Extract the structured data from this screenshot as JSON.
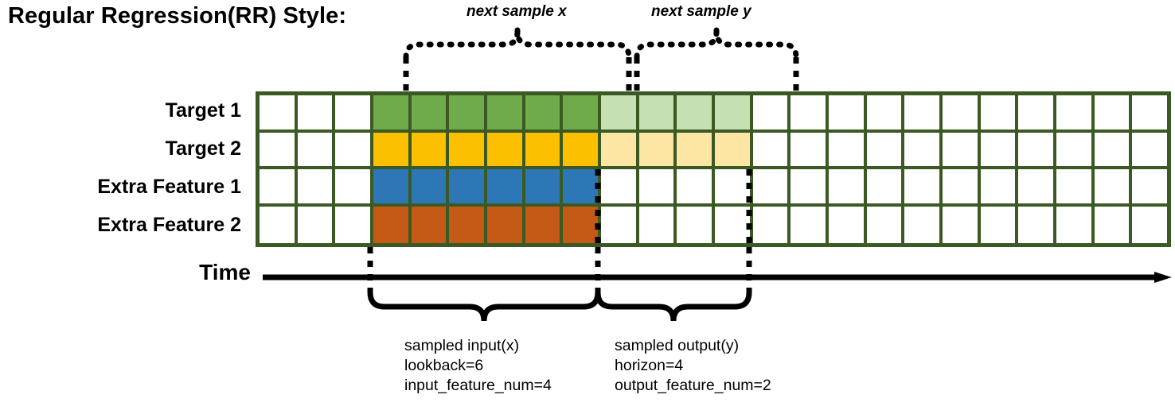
{
  "title": "Regular Regression(RR) Style:",
  "annotations": {
    "next_sample_x": "next sample x",
    "next_sample_y": "next sample y"
  },
  "rows": [
    {
      "label": "Target 1",
      "color": "#6fab4b",
      "faded_color": "#c6e0b4",
      "has_output": true
    },
    {
      "label": "Target 2",
      "color": "#fcc000",
      "faded_color": "#fde5a4",
      "has_output": true
    },
    {
      "label": "Extra Feature 1",
      "color": "#2e77b6",
      "faded_color": "#ffffff",
      "has_output": false
    },
    {
      "label": "Extra Feature 2",
      "color": "#c55a16",
      "faded_color": "#ffffff",
      "has_output": false
    }
  ],
  "grid": {
    "total_columns": 24,
    "leading_empty_columns": 3,
    "input_columns": 6,
    "output_columns": 4,
    "border_color": "#3b5a23",
    "empty_cell_color": "#ffffff"
  },
  "axis": {
    "time_label": "Time"
  },
  "captions": {
    "input": {
      "line1": "sampled input(x)",
      "line2": "lookback=6",
      "line3": "input_feature_num=4"
    },
    "output": {
      "line1": "sampled output(y)",
      "line2": "horizon=4",
      "line3": "output_feature_num=2"
    }
  },
  "chart_data": {
    "type": "diagram",
    "title": "Regular Regression(RR) Style:",
    "series": [
      {
        "name": "Target 1",
        "role": "target",
        "input_cells": 6,
        "output_cells": 4
      },
      {
        "name": "Target 2",
        "role": "target",
        "input_cells": 6,
        "output_cells": 4
      },
      {
        "name": "Extra Feature 1",
        "role": "extra_feature",
        "input_cells": 6,
        "output_cells": 0
      },
      {
        "name": "Extra Feature 2",
        "role": "extra_feature",
        "input_cells": 6,
        "output_cells": 0
      }
    ],
    "lookback": 6,
    "horizon": 4,
    "input_feature_num": 4,
    "output_feature_num": 2,
    "timeline_length": 24
  }
}
